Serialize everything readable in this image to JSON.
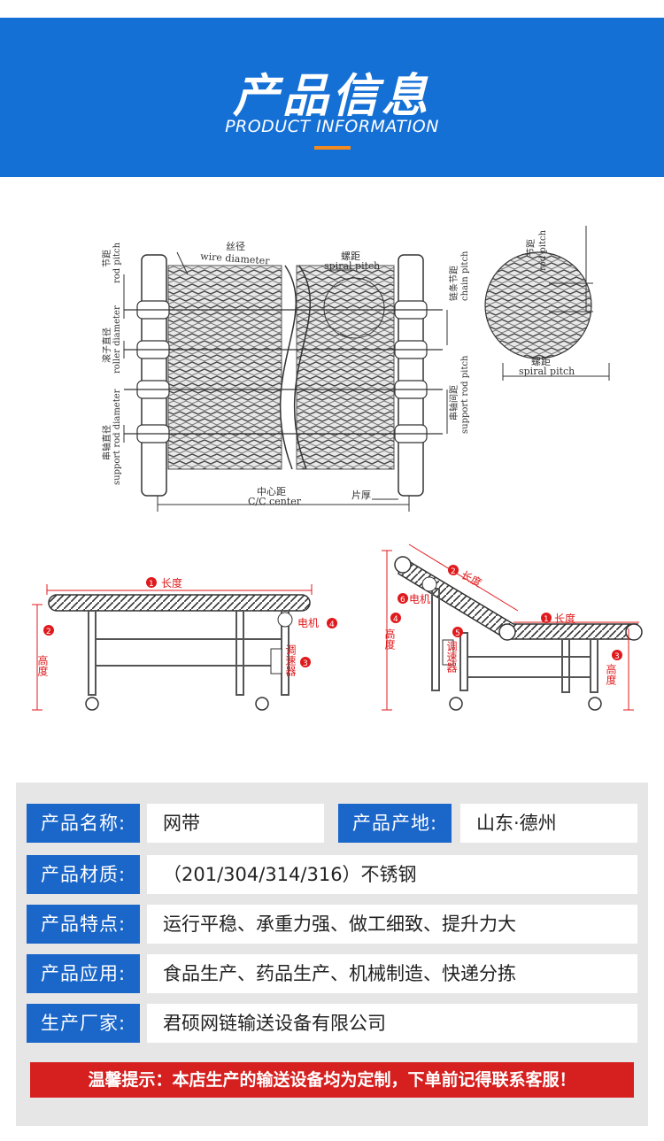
{
  "banner": {
    "title": "产品信息",
    "subtitle": "PRODUCT INFORMATION"
  },
  "belt_diagram": {
    "wire_diameter_cn": "丝径",
    "wire_diameter_en": "wire diameter",
    "spiral_pitch_cn": "螺距",
    "spiral_pitch_en": "spiral pitch",
    "rod_pitch_cn": "节距",
    "rod_pitch_en": "rod pitch",
    "roller_diameter_cn": "滚子直径",
    "roller_diameter_en": "roller diameter",
    "support_rod_diameter_cn": "串轴直径",
    "support_rod_diameter_en": "support rod diameter",
    "chain_pitch_cn": "链条节距",
    "chain_pitch_en": "chain pitch",
    "support_rod_pitch_cn": "串轴间距",
    "support_rod_pitch_en": "support rod pitch",
    "cc_center_cn": "中心距",
    "cc_center_en": "C/C center",
    "plate_thickness_cn": "片厚",
    "detail_rod_pitch_cn": "节距",
    "detail_rod_pitch_en": "rod pitch",
    "detail_spiral_pitch_cn": "螺距",
    "detail_spiral_pitch_en": "spiral pitch"
  },
  "conveyors": {
    "flat": {
      "n1": "1",
      "length": "长度",
      "n2": "2",
      "height": "高度",
      "n3": "3",
      "speed_controller": "调速器",
      "n4": "4",
      "motor": "电机"
    },
    "incline": {
      "n1": "1",
      "length1": "长度",
      "n2": "2",
      "length2": "长度",
      "n3": "3",
      "height_right": "高度",
      "n4": "4",
      "height_left": "高度",
      "n5": "5",
      "speed_controller": "调速器",
      "n6": "6",
      "motor": "电机"
    }
  },
  "info": {
    "name_label": "产品名称:",
    "name_value": "网带",
    "origin_label": "产品产地:",
    "origin_value": "山东·德州",
    "material_label": "产品材质:",
    "material_value": "（201/304/314/316）不锈钢",
    "features_label": "产品特点:",
    "features_value": "运行平稳、承重力强、做工细致、提升力大",
    "application_label": "产品应用:",
    "application_value": "食品生产、药品生产、机械制造、快递分拣",
    "manufacturer_label": "生产厂家:",
    "manufacturer_value": "君硕网链输送设备有限公司",
    "notice": "温馨提示：本店生产的输送设备均为定制，下单前记得联系客服！"
  },
  "colors": {
    "banner_blue": "#1570d6",
    "accent_orange": "#f28b1f",
    "label_blue": "#1a66c9",
    "notice_red": "#d6201f",
    "dimension_red": "#e0191c"
  }
}
